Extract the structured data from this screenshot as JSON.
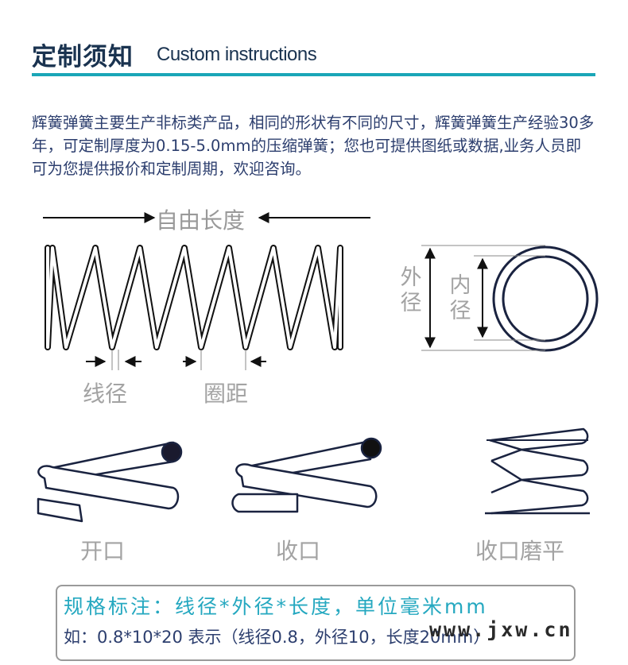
{
  "header": {
    "title_zh": "定制须知",
    "title_en": "Custom instructions",
    "accent_color": "#1aa6b7"
  },
  "intro_text": "辉簧弹簧主要生产非标类产品，相同的形状有不同的尺寸，辉簧弹簧生产经验30多年，可定制厚度为0.15-5.0mm的压缩弹簧；您也可提供图纸或数据,业务人员即可为您提供报价和定制周期，欢迎咨询。",
  "diagram": {
    "free_length": "自由长度",
    "wire_diameter": "线径",
    "pitch": "圈距",
    "outer_diameter": "外径",
    "inner_diameter": "内径"
  },
  "end_types": {
    "open": "开口",
    "closed": "收口",
    "closed_ground": "收口磨平"
  },
  "spec": {
    "line1": "规格标注：线径*外径*长度，单位毫米mm",
    "line2": "如：0.8*10*20 表示（线径0.8，外径10，长度20mm）"
  },
  "watermark": "www.jxw.cn"
}
